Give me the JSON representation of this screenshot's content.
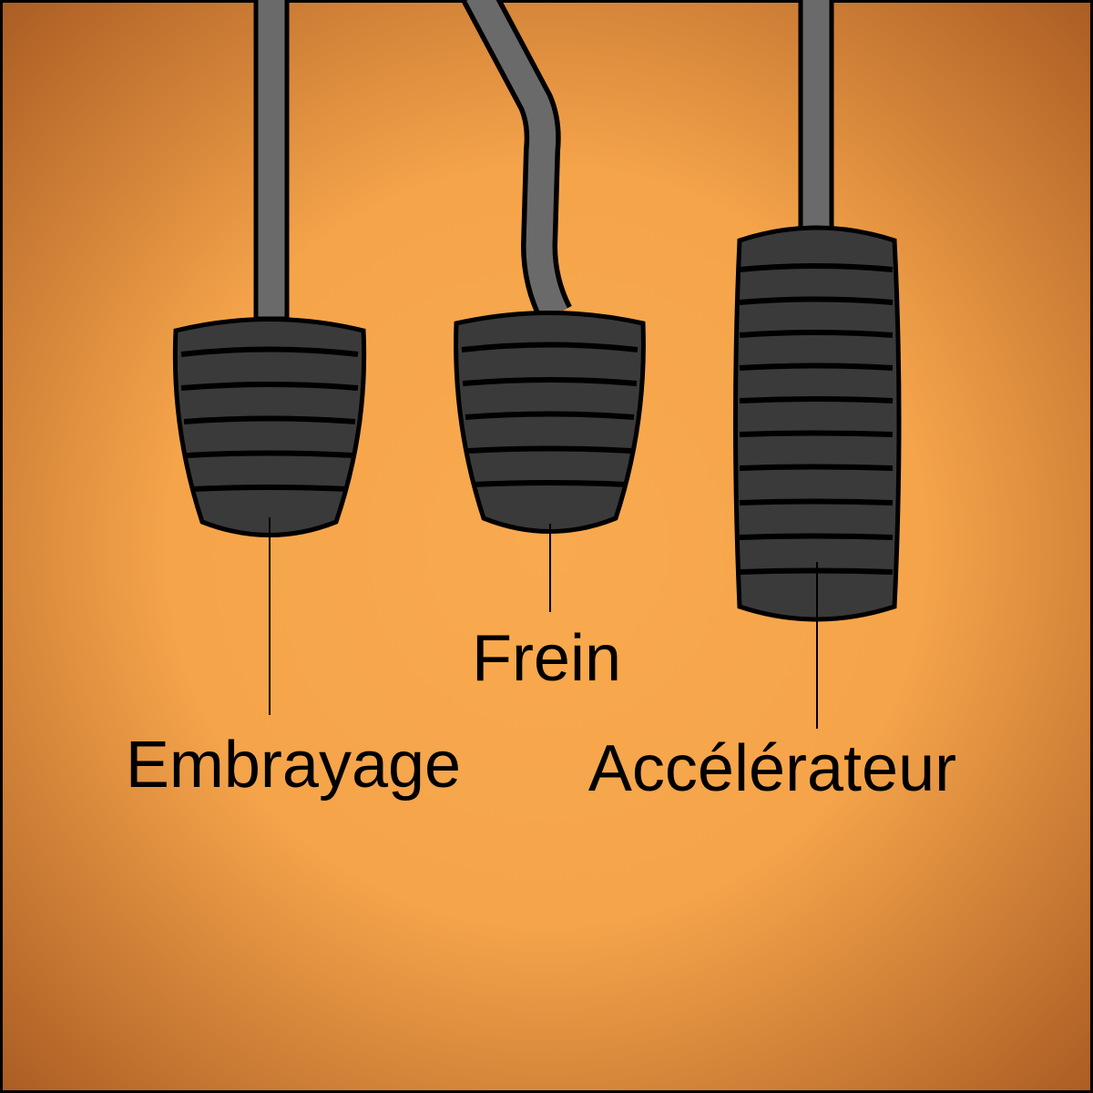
{
  "colors": {
    "background_center": "#F9A94E",
    "background_edge": "#A85A22",
    "frame": "#000000",
    "rod": "#6A6A6A",
    "pad": "#3A3A3A",
    "outline": "#000000",
    "label_text": "#000000"
  },
  "pedals": [
    {
      "id": "clutch",
      "label": "Embrayage"
    },
    {
      "id": "brake",
      "label": "Frein"
    },
    {
      "id": "accelerator",
      "label": "Accélérateur"
    }
  ]
}
